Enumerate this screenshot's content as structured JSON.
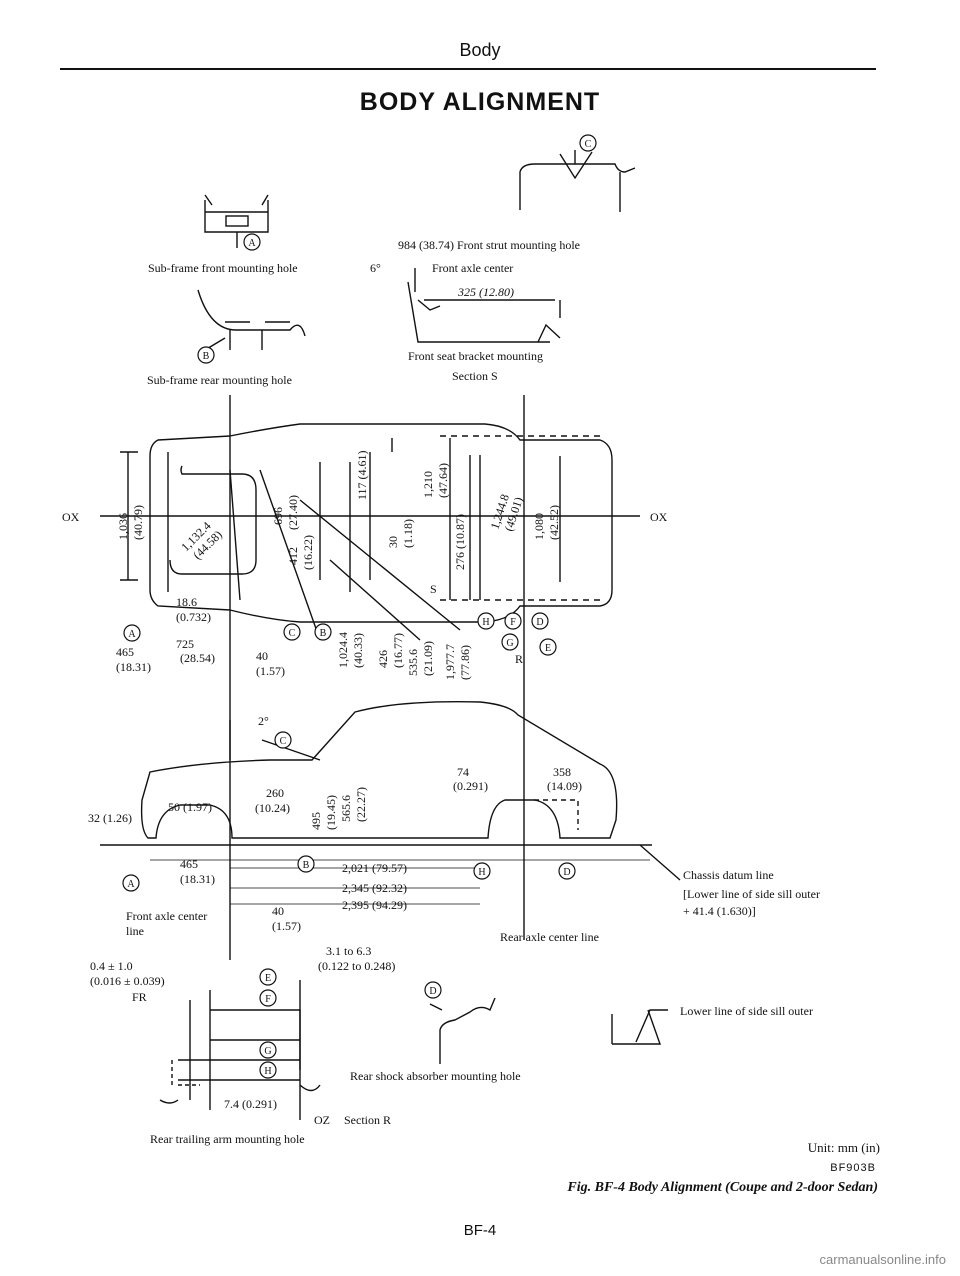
{
  "header": {
    "section": "Body",
    "title": "BODY ALIGNMENT"
  },
  "labels": {
    "subframe_front": "Sub-frame front mounting hole",
    "subframe_rear": "Sub-frame rear mounting hole",
    "front_strut": "984 (38.74)  Front strut mounting hole",
    "front_axle_center_top": "Front axle center",
    "dim_325": "325 (12.80)",
    "angle_6": "6°",
    "front_seat_bracket": "Front seat bracket mounting",
    "section_s": "Section S",
    "ox_left": "OX",
    "ox_right": "OX",
    "chassis_datum_1": "Chassis datum line",
    "chassis_datum_2": "[Lower line of side sill outer",
    "chassis_datum_3": "+ 41.4 (1.630)]",
    "rear_axle_center": "Rear axle center line",
    "front_axle_center_line_1": "Front axle center",
    "front_axle_center_line_2": "line",
    "lower_line_sill": "Lower line of side sill outer",
    "rear_shock": "Rear shock absorber mounting hole",
    "section_r": "Section R",
    "oz": "OZ",
    "rear_trailing": "Rear trailing arm mounting hole",
    "fr": "FR"
  },
  "dims": {
    "d1036": "1,036",
    "d1036in": "(40.79)",
    "d1132": "1,132.4",
    "d1132in": "(44.58)",
    "d696": "696",
    "d696in": "(27.40)",
    "d412": "412",
    "d412in": "(16.22)",
    "d117": "117 (4.61)",
    "d30": "30",
    "d30in": "(1.18)",
    "d1210": "1,210",
    "d1210in": "(47.64)",
    "d276": "276 (10.87)",
    "d1244": "1,244.8",
    "d1244in": "(49.01)",
    "d1080": "1,080",
    "d1080in": "(42.52)",
    "d18_6": "18.6",
    "d18_6in": "(0.732)",
    "d725": "725",
    "d725in": "(28.54)",
    "d465a": "465",
    "d465ain": "(18.31)",
    "d40a": "40",
    "d40ain": "(1.57)",
    "d1024": "1,024.4",
    "d1024in": "(40.33)",
    "d426": "426",
    "d426in": "(16.77)",
    "d535": "535.6",
    "d535in": "(21.09)",
    "d1977": "1,977.7",
    "d1977in": "(77.86)",
    "angle_2": "2°",
    "d260": "260",
    "d260in": "(10.24)",
    "d50": "50 (1.97)",
    "d32": "32 (1.26)",
    "d495": "495",
    "d495in": "(19.45)",
    "d565": "565.6",
    "d565in": "(22.27)",
    "d74": "74",
    "d74in": "(0.291)",
    "d358": "358",
    "d358in": "(14.09)",
    "d465b": "465",
    "d465bin": "(18.31)",
    "d2021": "2,021 (79.57)",
    "d2345": "2,345 (92.32)",
    "d2395": "2,395 (94.29)",
    "d40b": "40",
    "d40bin": "(1.57)",
    "d04": "0.4 ± 1.0",
    "d04in": "(0.016 ± 0.039)",
    "d31": "3.1 to 6.3",
    "d31in": "(0.122 to 0.248)",
    "d74b": "7.4 (0.291)"
  },
  "markers": {
    "A": "A",
    "B": "B",
    "C": "C",
    "D": "D",
    "E": "E",
    "F": "F",
    "G": "G",
    "H": "H",
    "R": "R",
    "S": "S"
  },
  "footer": {
    "unit": "Unit:  mm (in)",
    "code": "BF903B",
    "caption": "Fig. BF-4  Body Alignment (Coupe and 2-door Sedan)",
    "page": "BF-4"
  },
  "watermark": "carmanualsonline.info"
}
